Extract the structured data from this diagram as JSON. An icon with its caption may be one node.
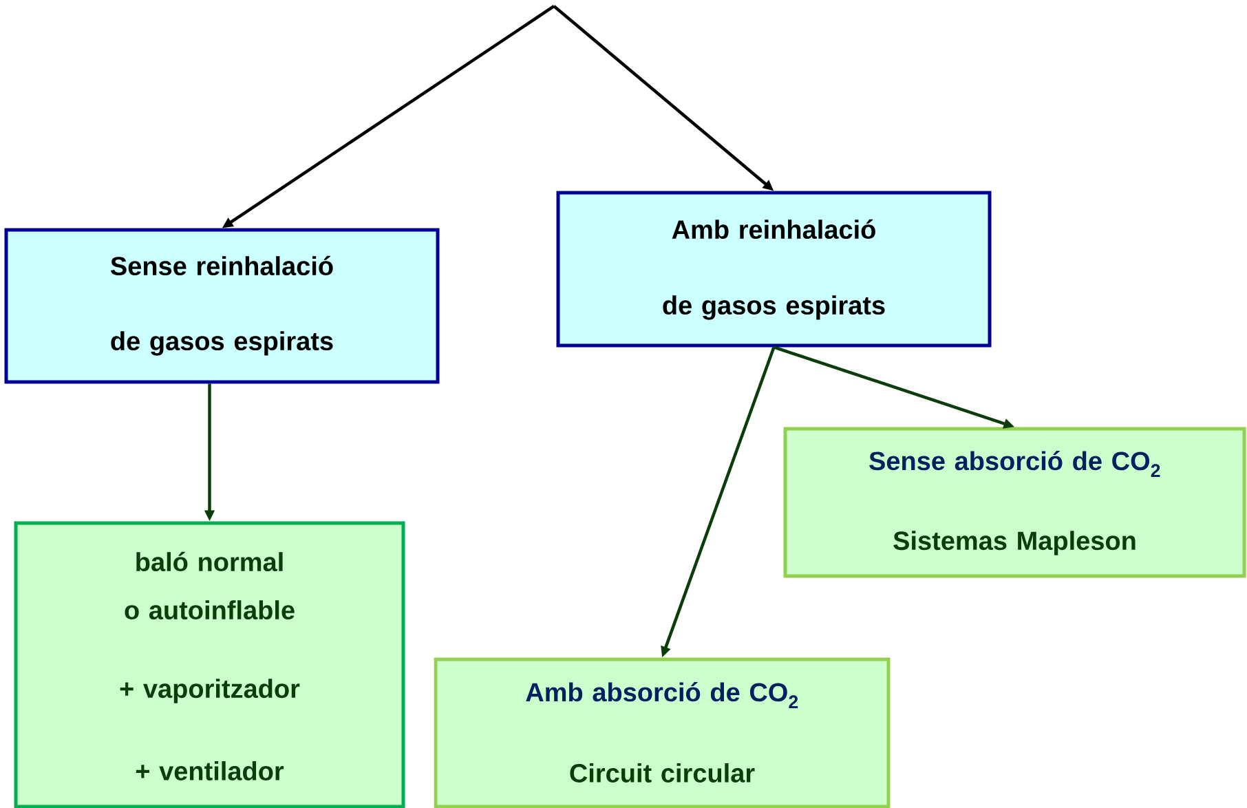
{
  "diagram": {
    "nodes": [
      {
        "text": [
          "Sense reinhalació",
          "de gasos espirats"
        ]
      },
      {
        "text": [
          "Amb reinhalació",
          "de gasos espirats"
        ]
      },
      {
        "text": [
          "baló normal o autoinflable",
          "+ vaporitzador",
          "+ ventilador"
        ]
      },
      {
        "text": [
          "Sense absorció de CO$_{2}$",
          "Sistemas Mapleson"
        ]
      },
      {
        "text": [
          "Amb absorció de CO$_{2}$",
          "Circuit circular"
        ]
      }
    ],
    "edges": [
      {
        "from": null,
        "to": 0,
        "arrow": "to",
        "color": "#000000"
      },
      {
        "from": null,
        "to": 1,
        "arrow": "to",
        "color": "#000000"
      },
      {
        "from": 0,
        "to": 2,
        "arrow": "to"
      },
      {
        "from": 1,
        "to": 3,
        "arrow": "to"
      },
      {
        "from": 1,
        "to": 4,
        "arrow": "to"
      }
    ]
  }
}
